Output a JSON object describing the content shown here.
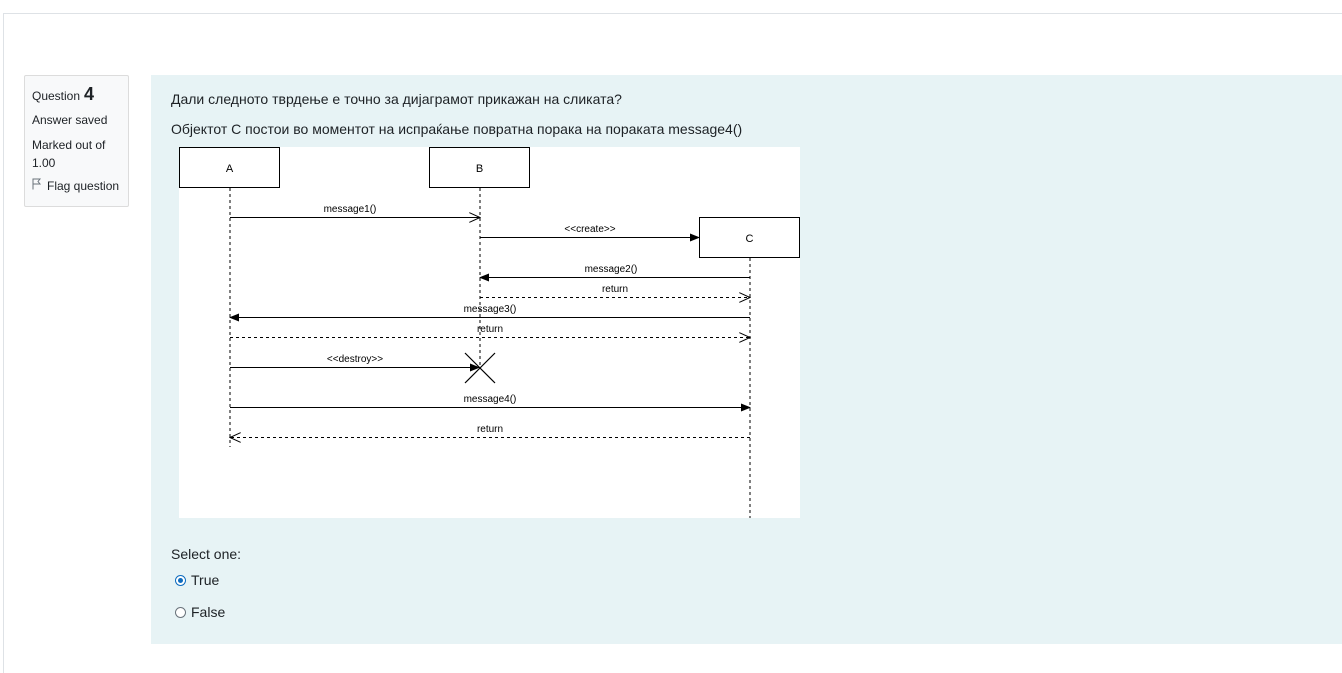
{
  "info": {
    "question_label": "Question",
    "question_number": "4",
    "state": "Answer saved",
    "grade_line1": "Marked out of",
    "grade_line2": "1.00",
    "flag_label": "Flag question",
    "flag_icon": "flag-icon"
  },
  "question": {
    "text1": "Дали следното тврдење е точно за дијаграмот прикажан на сликата?",
    "text2": "Објектот C постои во моментот на испраќање повратна порака на пораката message4()"
  },
  "diagram": {
    "lifelines": [
      "A",
      "B",
      "C"
    ],
    "messages": [
      "message1()",
      "<<create>>",
      "message2()",
      "return",
      "message3()",
      "return",
      "<<destroy>>",
      "message4()",
      "return"
    ]
  },
  "answer": {
    "select_label": "Select one:",
    "options": [
      {
        "label": "True",
        "selected": true
      },
      {
        "label": "False",
        "selected": false
      }
    ]
  },
  "colors": {
    "content_bg": "#e7f3f5",
    "info_bg": "#f8f9fa",
    "radio_accent": "#0f6cbf"
  }
}
